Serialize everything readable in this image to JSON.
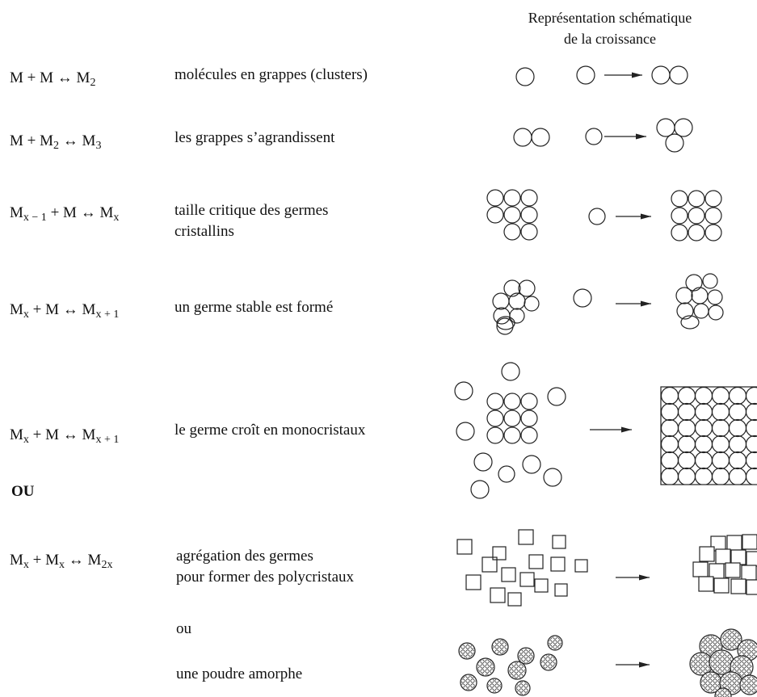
{
  "header": {
    "line1": "Représentation schématique",
    "line2": "de la croissance"
  },
  "rows": [
    {
      "eq": {
        "a": "M",
        "b": "M",
        "c": "M",
        "c_sub": "2"
      },
      "desc": "molécules en grappes (clusters)"
    },
    {
      "eq": {
        "a": "M",
        "b": "M",
        "b_sub": "2",
        "c": "M",
        "c_sub": "3"
      },
      "desc": "les grappes s’agrandissent"
    },
    {
      "eq": {
        "a": "M",
        "a_sub": "x − 1",
        "b": "M",
        "c": "M",
        "c_sub": "x"
      },
      "desc_line1": "taille critique des germes",
      "desc_line2": "cristallins"
    },
    {
      "eq": {
        "a": "M",
        "a_sub": "x",
        "b": "M",
        "c": "M",
        "c_sub": "x + 1"
      },
      "desc": "un germe stable est formé"
    },
    {
      "eq": {
        "a": "M",
        "a_sub": "x",
        "b": "M",
        "c": "M",
        "c_sub": "x + 1"
      },
      "desc": "le germe croît en monocristaux"
    },
    {
      "eq": {
        "a": "M",
        "a_sub": "x",
        "b": "M",
        "b_sub": "x",
        "c": "M",
        "c_sub": "2x"
      },
      "desc_line1": "agrégation des germes",
      "desc_line2": "pour former des polycristaux"
    }
  ],
  "ou_upper": "OU",
  "ou_lower": "ou",
  "amorphous": "une poudre amorphe",
  "symbols": {
    "plus": "+",
    "equilibrium": "↔"
  }
}
